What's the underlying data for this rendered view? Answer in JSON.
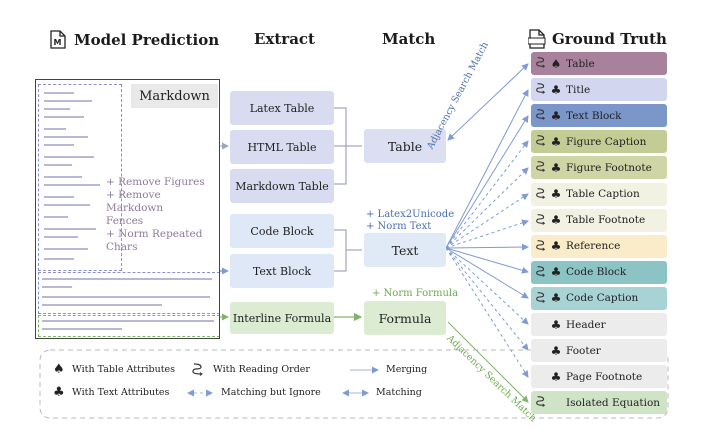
{
  "headers": {
    "model_prediction": "Model Prediction",
    "extract": "Extract",
    "match": "Match",
    "ground_truth": "Ground Truth"
  },
  "markdown_label": "Markdown",
  "preprocess_notes": [
    "+ Remove Figures",
    "+ Remove Markdown",
    "Fences",
    "+ Norm Repeated",
    "Chars"
  ],
  "extract_boxes": {
    "latex_table": "Latex Table",
    "html_table": "HTML Table",
    "markdown_table": "Markdown Table",
    "code_block": "Code Block",
    "text_block": "Text Block",
    "interline_formula": "Interline Formula"
  },
  "match_boxes": {
    "table": "Table",
    "text": "Text",
    "formula": "Formula"
  },
  "match_notes": {
    "text_1": "+ Latex2Unicode",
    "text_2": "+ Norm Text",
    "formula": "+ Norm Formula"
  },
  "adjacency_labels": [
    "Adjacency Search Match",
    "Adjacency Search Match"
  ],
  "ground_truth_items": [
    {
      "label": "Table",
      "color": "#a8829c",
      "reading_order": true,
      "attr": "spade"
    },
    {
      "label": "Title",
      "color": "#d2d6ef",
      "reading_order": true,
      "attr": "club"
    },
    {
      "label": "Text Block",
      "color": "#7b96c9",
      "reading_order": true,
      "attr": "club"
    },
    {
      "label": "Figure Caption",
      "color": "#c4cc95",
      "reading_order": true,
      "attr": "club"
    },
    {
      "label": "Figure Footnote",
      "color": "#cfd5a4",
      "reading_order": true,
      "attr": "club"
    },
    {
      "label": "Table Caption",
      "color": "#f2f2e2",
      "reading_order": true,
      "attr": "club"
    },
    {
      "label": "Table Footnote",
      "color": "#f2f2e2",
      "reading_order": true,
      "attr": "club"
    },
    {
      "label": "Reference",
      "color": "#fbecc9",
      "reading_order": true,
      "attr": "club"
    },
    {
      "label": "Code Block",
      "color": "#8cc4c6",
      "reading_order": true,
      "attr": "club"
    },
    {
      "label": "Code Caption",
      "color": "#a8d3d5",
      "reading_order": true,
      "attr": "club"
    },
    {
      "label": "Header",
      "color": "#ececec",
      "reading_order": false,
      "attr": "club"
    },
    {
      "label": "Footer",
      "color": "#ececec",
      "reading_order": false,
      "attr": "club"
    },
    {
      "label": "Page Footnote",
      "color": "#ececec",
      "reading_order": false,
      "attr": "club"
    },
    {
      "label": "Isolated Equation",
      "color": "#cfe4c6",
      "reading_order": true,
      "attr": "none"
    }
  ],
  "legend": {
    "table_attr": "With Table Attributes",
    "text_attr": "With Text Attributes",
    "reading_order": "With Reading Order",
    "ignore": "Matching but Ignore",
    "merging": "Merging",
    "matching": "Matching"
  },
  "icons": [
    "document-m-icon",
    "json-file-icon",
    "reading-order-icon",
    "spade-icon",
    "club-icon"
  ],
  "colors": {
    "match_arrow": "#7f9bd3",
    "formula_arrow": "#7fb56a",
    "text_note": "#4a6fb4",
    "formula_note": "#6bab4e",
    "preprocess_note": "#8e7aa0"
  }
}
